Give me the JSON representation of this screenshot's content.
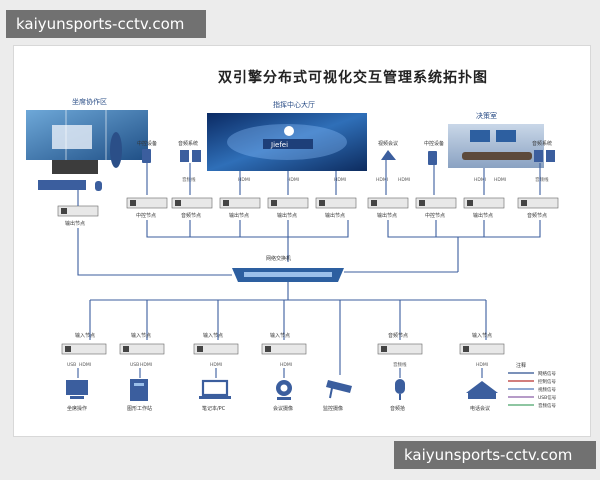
{
  "banners": {
    "top": "kaiyunsports-cctv.com",
    "bottom": "kaiyunsports-cctv.com"
  },
  "title": "双引擎分布式可视化交互管理系统拓扑图",
  "areas": {
    "seat": "坐席协作区",
    "hall": "指挥中心大厅",
    "meeting": "决策室"
  },
  "wall_logo": "Jiefei",
  "top_devices": {
    "central_control_1": "中控设备",
    "audio_system_1": "音频系统",
    "video_conf": "视频会议",
    "central_control_2": "中控设备",
    "audio_system_2": "音频系统"
  },
  "cables": {
    "audio_line_1": "音频线",
    "hdmi_1": "HDMI",
    "hdmi_2": "HDMI",
    "hdmi_3": "HDMI",
    "hdmi_4": "HDMI",
    "hdmi_5": "HDMI",
    "hdmi_6": "HDMI",
    "hdmi_7": "HDMI",
    "hdmi_8": "HDMI",
    "audio_line_2": "音频线",
    "usb_1": "USB",
    "hdmi_b1": "HDMI",
    "usb_2": "USB",
    "hdmi_b2": "HDMI",
    "hdmi_b3": "HDMI",
    "hdmi_b4": "HDMI",
    "audio_b5": "音频线",
    "hdmi_b7": "HDMI"
  },
  "top_nodes": [
    "输出节点",
    "中控节点",
    "音频节点",
    "输出节点",
    "输出节点",
    "输出节点",
    "输出节点",
    "中控节点",
    "输出节点",
    "音频节点"
  ],
  "switch": "网络交换机",
  "bottom_nodes": [
    {
      "node": "输入节点",
      "device": "坐席操作"
    },
    {
      "node": "输入节点",
      "device": "图形工作站"
    },
    {
      "node": "输入节点",
      "device": "笔记本/PC"
    },
    {
      "node": "输入节点",
      "device": "会议摄像"
    },
    {
      "node": "",
      "device": "监控摄像"
    },
    {
      "node": "音频节点",
      "device": "音频拾"
    },
    {
      "node": "输入节点",
      "device": "电话会议"
    }
  ],
  "legend": {
    "title": "注释",
    "items": [
      {
        "label": "网络信号",
        "color": "#2c4f8f"
      },
      {
        "label": "控制信号",
        "color": "#b6322f"
      },
      {
        "label": "视频信号",
        "color": "#4f76b6"
      },
      {
        "label": "USB信号",
        "color": "#8b5fa8"
      },
      {
        "label": "音频信号",
        "color": "#4aa36a"
      }
    ]
  }
}
